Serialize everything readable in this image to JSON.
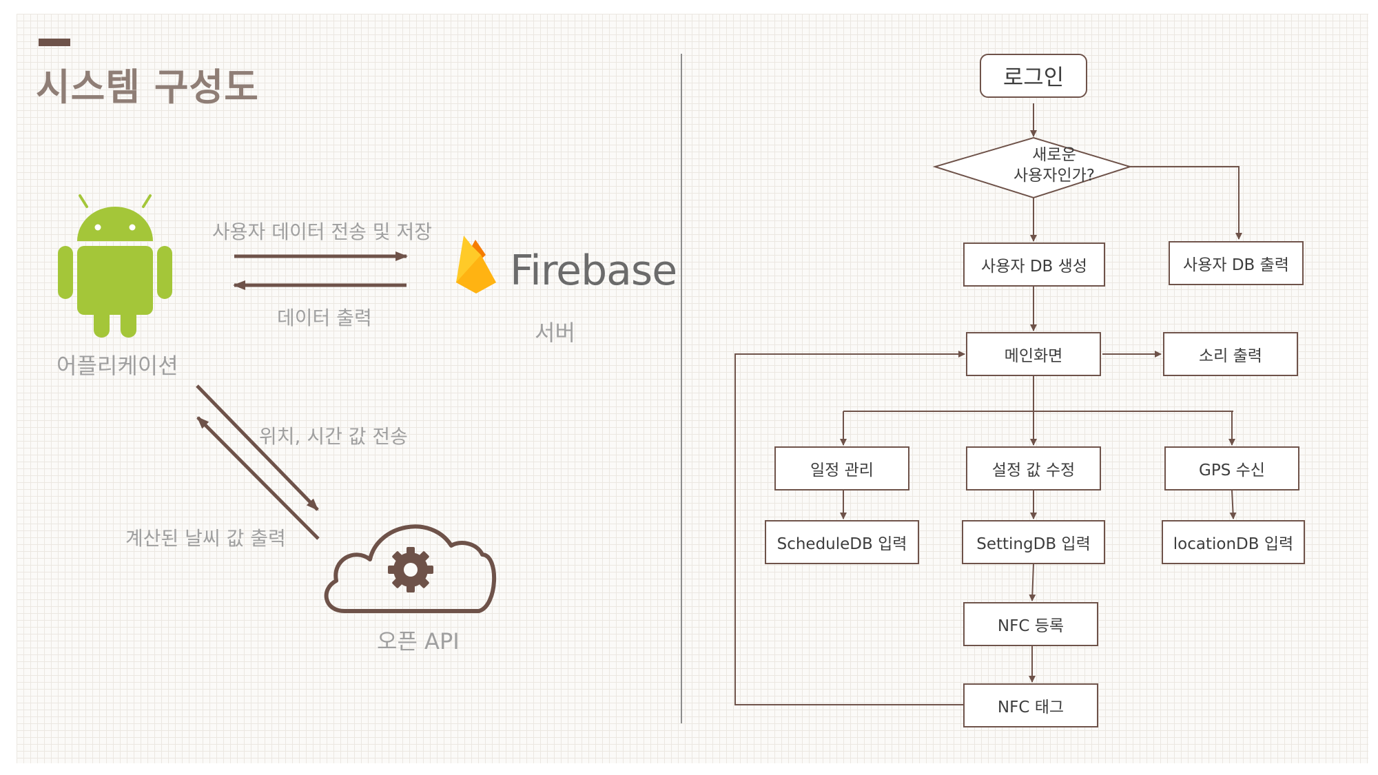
{
  "title": "시스템 구성도",
  "architecture": {
    "app_label": "어플리케이션",
    "firebase_word": "Firebase",
    "server_label": "서버",
    "api_label": "오픈 API",
    "send_user_data": "사용자 데이터 전송 및 저장",
    "data_output": "데이터 출력",
    "send_location_time": "위치, 시간 값 전송",
    "weather_output": "계산된 날씨 값 출력"
  },
  "flowchart": {
    "login": "로그인",
    "decision_line1": "새로운",
    "decision_line2": "사용자인가?",
    "create_user_db": "사용자 DB 생성",
    "output_user_db": "사용자 DB 출력",
    "main_screen": "메인화면",
    "sound_output": "소리 출력",
    "schedule_manage": "일정 관리",
    "setting_edit": "설정 값 수정",
    "gps_receive": "GPS 수신",
    "schedule_db": "ScheduleDB 입력",
    "setting_db": "SettingDB 입력",
    "location_db": "locationDB 입력",
    "nfc_register": "NFC 등록",
    "nfc_tag": "NFC 태그"
  },
  "colors": {
    "accent": "#6e5249",
    "android_green": "#a4c639",
    "firebase_yellow": "#ffca28",
    "firebase_orange": "#f57c00",
    "label_gray": "#9f9f9f"
  }
}
